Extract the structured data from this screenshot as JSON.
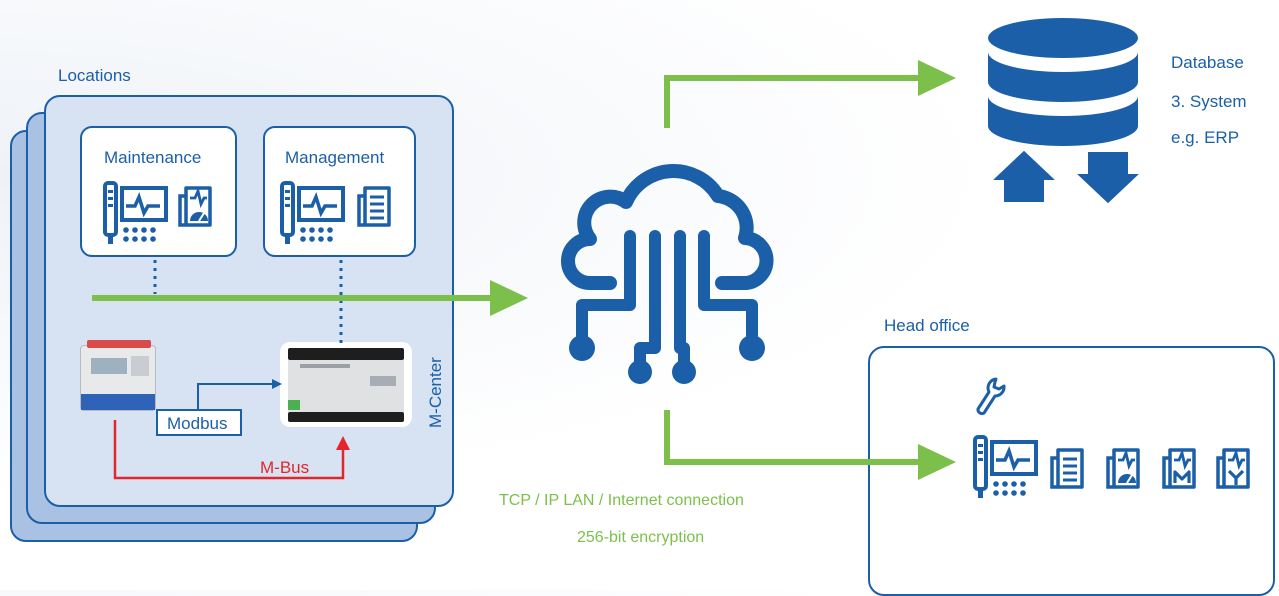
{
  "labels": {
    "locations": "Locations",
    "maintenance": "Maintenance",
    "management": "Management",
    "modbus": "Modbus",
    "mbus": "M-Bus",
    "mcenter": "M-Center",
    "head_office": "Head office",
    "database_line1": "Database",
    "database_line2": "3. System",
    "database_line3": "e.g. ERP",
    "connection_line1": "TCP / IP LAN / Internet connection",
    "connection_line2": "256-bit encryption"
  },
  "colors": {
    "blue": "#1b5fa8",
    "green": "#7cc04b",
    "red": "#e3262b",
    "location_fill": "#d7e2f3",
    "stack_fill": "#a9c2e4"
  },
  "icons": {
    "maintenance_card": [
      "meter-panel-icon",
      "maintenance-report-icon"
    ],
    "management_card": [
      "meter-panel-icon",
      "document-list-icon"
    ],
    "head_office": [
      "wrench-icon",
      "meter-panel-icon",
      "document-list-icon",
      "maintenance-report-icon",
      "monthly-report-icon",
      "yearly-report-icon"
    ],
    "cloud": "cloud-network-icon",
    "database": "database-sync-icon"
  }
}
